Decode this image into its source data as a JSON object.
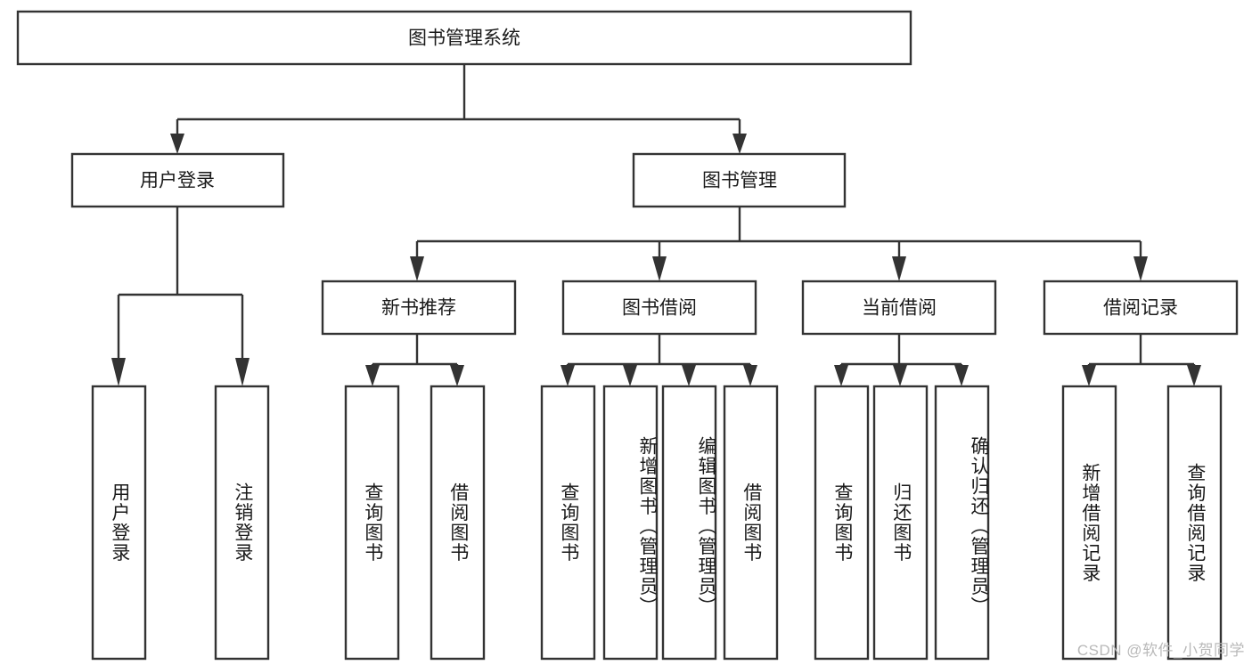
{
  "diagram": {
    "title": "图书管理系统",
    "type": "tree-hierarchy-diagram",
    "colors": {
      "stroke": "#333333",
      "box_fill": "#ffffff",
      "text": "#1a1a1a",
      "background": "#ffffff",
      "watermark": "#b9b9b9"
    },
    "root": {
      "label": "图书管理系统"
    },
    "level2": [
      {
        "label": "用户登录"
      },
      {
        "label": "图书管理"
      }
    ],
    "level3": [
      {
        "label": "新书推荐"
      },
      {
        "label": "图书借阅"
      },
      {
        "label": "当前借阅"
      },
      {
        "label": "借阅记录"
      }
    ],
    "leaves": {
      "user_login": [
        {
          "label": "用户登录"
        },
        {
          "label": "注销登录"
        }
      ],
      "new_book_recommend": [
        {
          "label": "查询图书"
        },
        {
          "label": "借阅图书"
        }
      ],
      "book_borrow": [
        {
          "label": "查询图书"
        },
        {
          "label": "新增图书（管理员）"
        },
        {
          "label": "编辑图书（管理员）"
        },
        {
          "label": "借阅图书"
        }
      ],
      "current_borrow": [
        {
          "label": "查询图书"
        },
        {
          "label": "归还图书"
        },
        {
          "label": "确认归还（管理员）"
        }
      ],
      "borrow_record": [
        {
          "label": "新增借阅记录"
        },
        {
          "label": "查询借阅记录"
        }
      ]
    }
  },
  "watermark": {
    "text": "CSDN @软件_小贺同学"
  }
}
